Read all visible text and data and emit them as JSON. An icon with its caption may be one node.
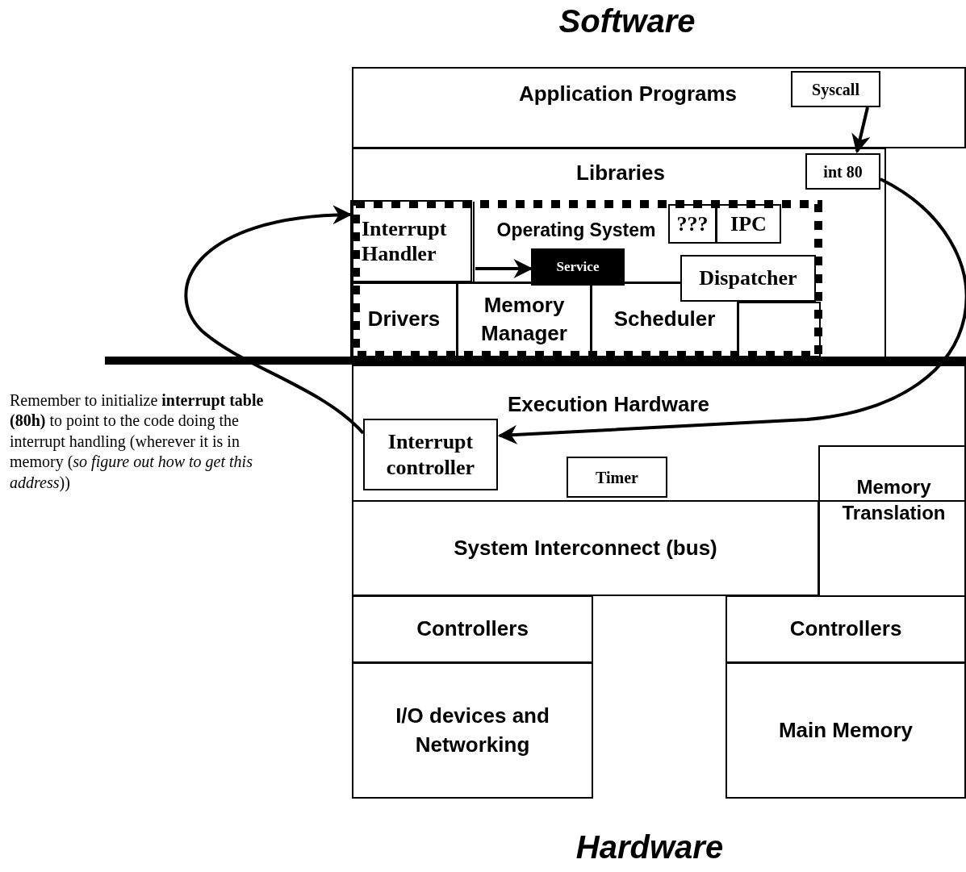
{
  "diagram": {
    "nodes": [
      {
        "text": [
          "Application Programs"
        ]
      },
      {
        "text": [
          "Syscall"
        ],
        "in": 0
      },
      {
        "text": [
          "Libraries"
        ]
      },
      {
        "text": [
          "int 80"
        ],
        "in": 2
      },
      {
        "text": [
          "Operating System"
        ],
        "in": 2
      },
      {
        "text": [
          "Interrupt Handler"
        ],
        "in": 4
      },
      {
        "text": [
          "Service"
        ],
        "in": 4
      },
      {
        "text": [
          "???"
        ],
        "in": 4
      },
      {
        "text": [
          "IPC"
        ],
        "in": 4
      },
      {
        "text": [
          "Dispatcher"
        ],
        "in": 4
      },
      {
        "text": [
          "Drivers"
        ],
        "in": 4
      },
      {
        "text": [
          "Memory Manager"
        ],
        "in": 4
      },
      {
        "text": [
          "Scheduler"
        ],
        "in": 4
      },
      {
        "text": [],
        "shape": "box",
        "in": 4
      },
      {
        "text": [
          "Execution Hardware"
        ]
      },
      {
        "text": [
          "Interrupt controller"
        ],
        "in": 14
      },
      {
        "text": [
          "Timer"
        ],
        "in": 14
      },
      {
        "text": [
          "Memory Translation"
        ]
      },
      {
        "text": [
          "System Interconnect (bus)"
        ]
      },
      {
        "text": [
          "Controllers"
        ]
      },
      {
        "text": [
          "I/O devices and Networking"
        ]
      },
      {
        "text": [
          "Controllers"
        ]
      },
      {
        "text": [
          "Main Memory"
        ]
      }
    ],
    "edges": [
      {
        "from": 1,
        "to": 3,
        "arrow": "to"
      },
      {
        "from": 3,
        "to": 15,
        "arrow": "to"
      },
      {
        "from": 15,
        "to": 5,
        "arrow": "to"
      },
      {
        "from": 5,
        "to": 6,
        "arrow": "to"
      }
    ],
    "labels": [
      "Software",
      "Remember to initialize **interrupt table (80h)** to point to the code doing the interrupt handling (wherever it is in memory (*so figure out how to get this address*))",
      "Hardware"
    ]
  }
}
